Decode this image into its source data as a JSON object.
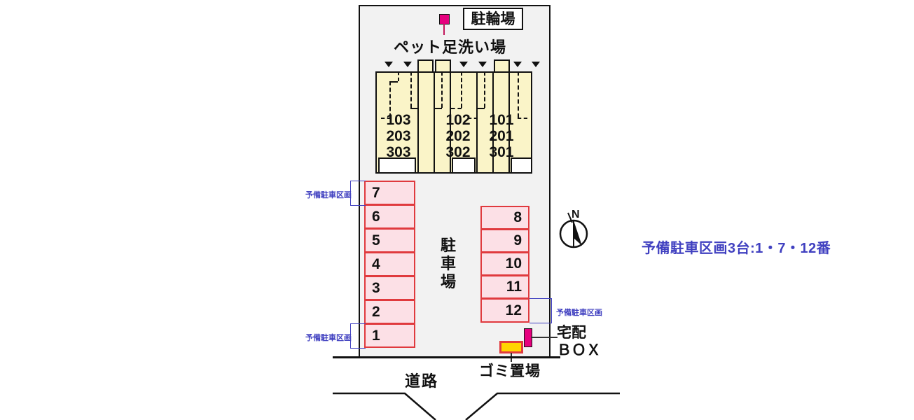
{
  "plan": {
    "bike_parking_label": "駐輪場",
    "pet_wash_label": "ペット足洗い場",
    "parking_center_label": "駐\n車\n場",
    "parking_center_chars": [
      "駐",
      "車",
      "場"
    ],
    "delivery_box_label_line1": "宅配",
    "delivery_box_label_line2": "ＢＯＸ",
    "trash_label": "ゴミ置場",
    "road_label": "道路"
  },
  "building": {
    "units": [
      {
        "name": "unit-103",
        "numbers": [
          "103",
          "203",
          "303"
        ]
      },
      {
        "name": "unit-102",
        "numbers": [
          "102",
          "202",
          "302"
        ]
      },
      {
        "name": "unit-101",
        "numbers": [
          "101",
          "201",
          "301"
        ]
      }
    ],
    "entrance_arrows": [
      "down",
      "down",
      "right",
      "left",
      "down",
      "down",
      "left",
      "down",
      "down"
    ]
  },
  "parking": {
    "left_column": [
      "7",
      "6",
      "5",
      "4",
      "3",
      "2",
      "1"
    ],
    "right_column": [
      "8",
      "9",
      "10",
      "11",
      "12"
    ]
  },
  "annotations": {
    "reserve_stall_label": "予備駐車区画",
    "reserve_top": "予備駐車区画",
    "reserve_bottom": "予備駐車区画",
    "reserve_right": "予備駐車区画"
  },
  "legend": {
    "reserve_note": "予備駐車区画3台:1・7・12番"
  },
  "compass": {
    "north_label": "N"
  },
  "colors": {
    "plan_background": "#f2f2f2",
    "plan_border": "#111111",
    "unit_fill": "#faf4c8",
    "stall_fill": "#fce0e6",
    "stall_border": "#e03a3e",
    "marker_pink": "#e6007e",
    "marker_yellow": "#ffd400",
    "annotation_blue": "#4040c0"
  }
}
